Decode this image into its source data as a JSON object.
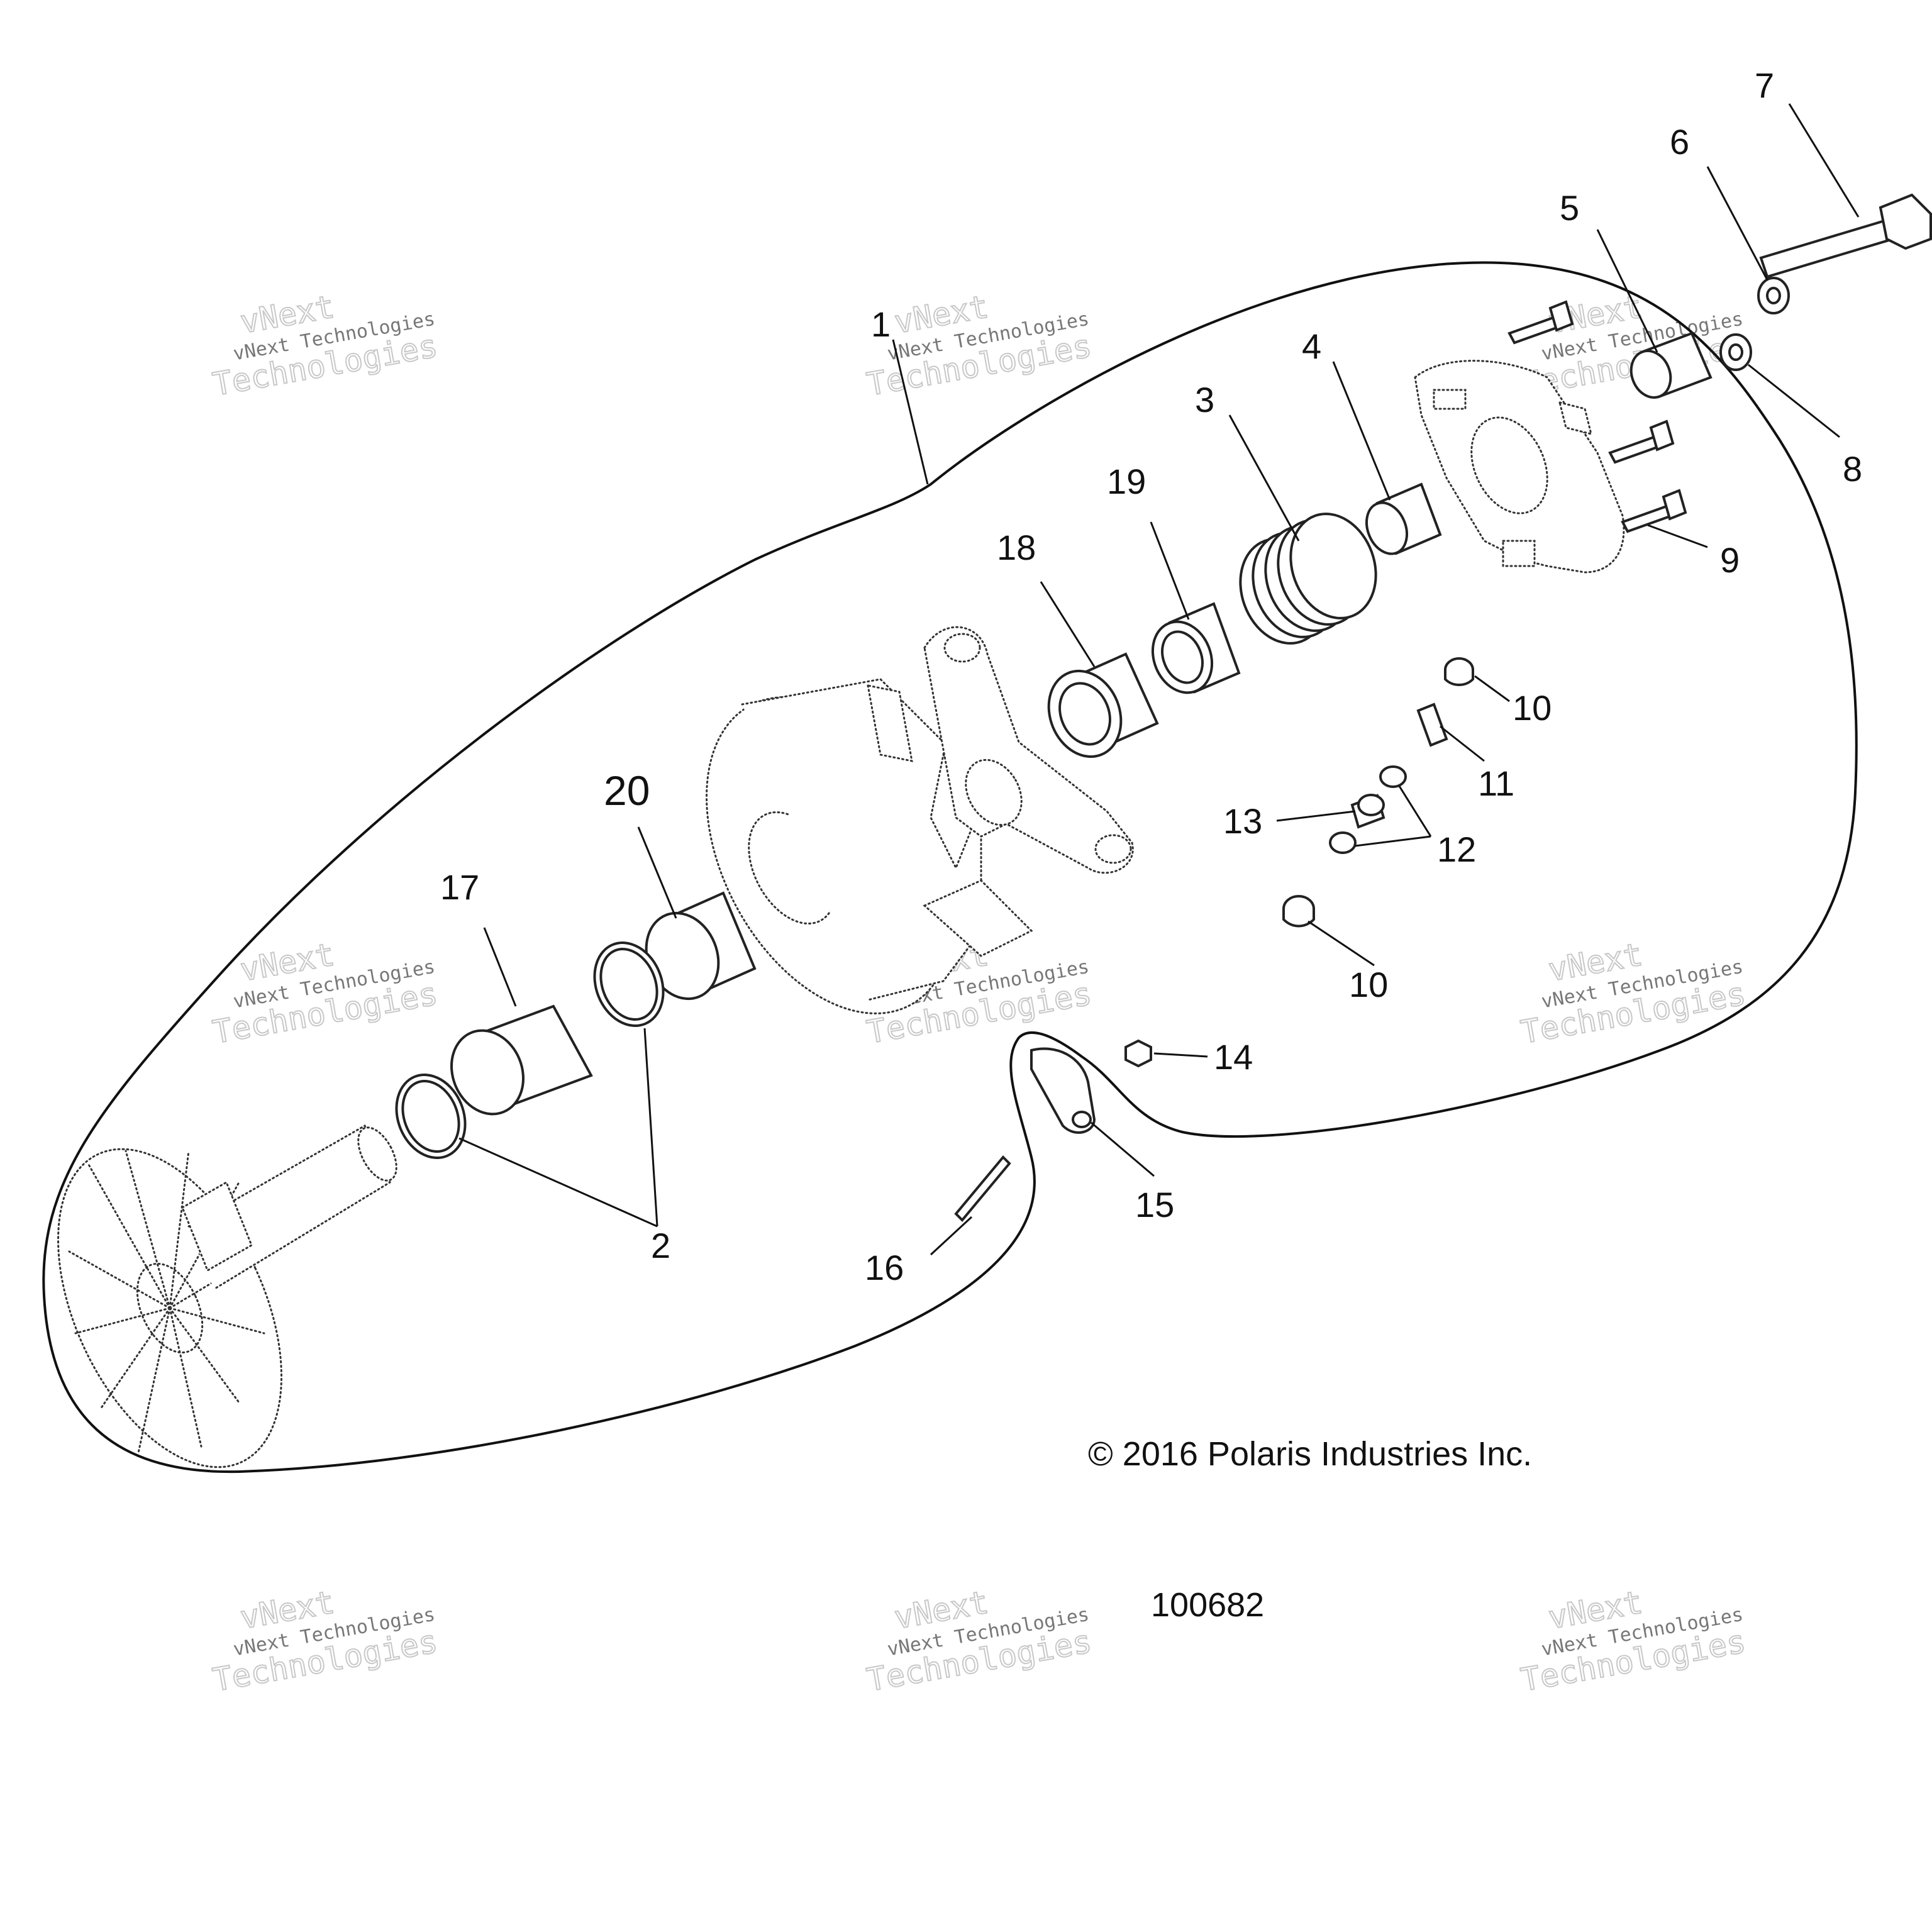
{
  "callouts": [
    {
      "label": "1"
    },
    {
      "label": "2"
    },
    {
      "label": "3"
    },
    {
      "label": "4"
    },
    {
      "label": "5"
    },
    {
      "label": "6"
    },
    {
      "label": "7"
    },
    {
      "label": "8"
    },
    {
      "label": "9"
    },
    {
      "label": "10"
    },
    {
      "label": "10"
    },
    {
      "label": "11"
    },
    {
      "label": "12"
    },
    {
      "label": "13"
    },
    {
      "label": "14"
    },
    {
      "label": "15"
    },
    {
      "label": "16"
    },
    {
      "label": "17"
    },
    {
      "label": "18"
    },
    {
      "label": "19"
    },
    {
      "label": "20"
    }
  ],
  "copyright": "© 2016 Polaris Industries Inc.",
  "figure_number": "100682",
  "watermark": {
    "line1": "vNext",
    "line2": "vNext Technologies",
    "line3": "Technologies"
  }
}
